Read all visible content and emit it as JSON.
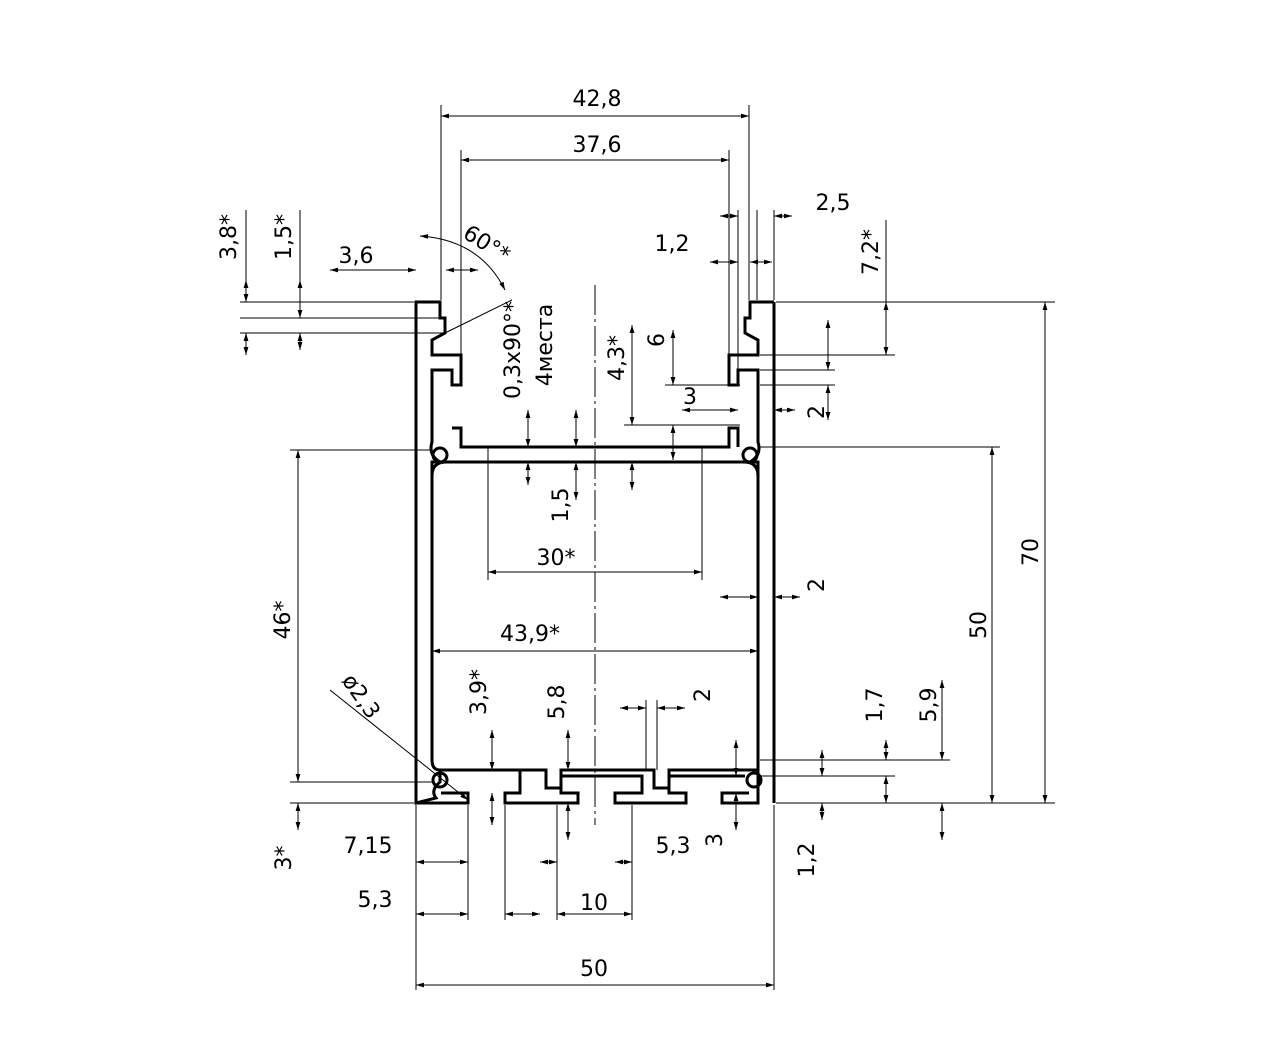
{
  "drawing": {
    "title": "Aluminium profile cross-section 50x70",
    "dimensions": {
      "top_width_outer": "42,8",
      "top_width_inner": "37,6",
      "lip_2_5": "2,5",
      "lip_1_2": "1,2",
      "right_7_2": "7,2*",
      "left_3_8": "3,8*",
      "left_1_5": "1,5*",
      "left_3_6": "3,6",
      "angle_60": "60°*",
      "chamfer": "0,3x90°*",
      "places": "4места",
      "depth_4_3": "4,3*",
      "six": "6",
      "three_top": "3",
      "two_top": "2",
      "one_five": "1,5",
      "thirty": "30*",
      "two_wall": "2",
      "inner_width": "43,9*",
      "inner_height": "46*",
      "height_50": "50",
      "height_70": "70",
      "hole_diameter": "ø2,3",
      "three_nine": "3,9*",
      "five_eight": "5,8",
      "two_slot": "2",
      "one_seven": "1,7",
      "five_nine": "5,9",
      "three_bottom": "3*",
      "seven_fifteen": "7,15",
      "five_three_left": "5,3",
      "ten": "10",
      "five_three_right": "5,3",
      "three_right": "3",
      "one_two_bottom": "1,2",
      "width_50": "50"
    }
  }
}
